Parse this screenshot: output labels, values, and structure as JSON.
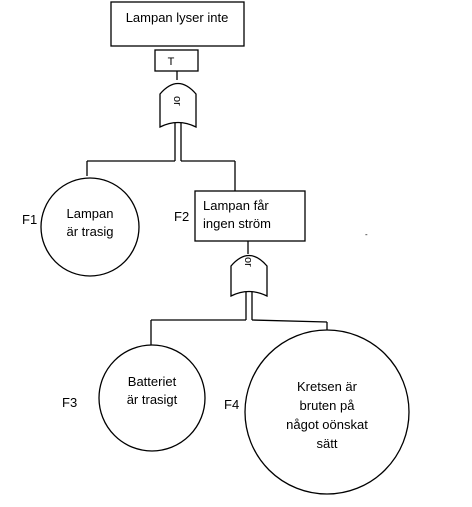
{
  "top_event": {
    "label": "Lampan lyser inte",
    "transfer_tag": "T"
  },
  "gate_top": {
    "label": "or"
  },
  "gate_mid": {
    "label": "or"
  },
  "f1": {
    "id": "F1",
    "lines": [
      "Lampan",
      "är trasig"
    ]
  },
  "f2": {
    "id": "F2",
    "lines": [
      "Lampan får",
      "ingen ström"
    ]
  },
  "f3": {
    "id": "F3",
    "lines": [
      "Batteriet",
      "är trasigt"
    ]
  },
  "f4": {
    "id": "F4",
    "lines": [
      "Kretsen är",
      "bruten på",
      "något oönskat",
      "sätt"
    ]
  }
}
